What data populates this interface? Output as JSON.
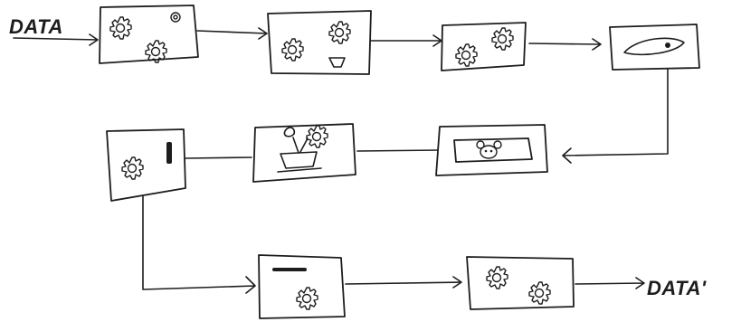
{
  "input_label": "DATA",
  "output_label": "DATA'",
  "stages": [
    {
      "name": "stage-1-gears",
      "icon": "gears-icon"
    },
    {
      "name": "stage-2-gears-cup",
      "icon": "gears-cup-icon"
    },
    {
      "name": "stage-3-gears",
      "icon": "gears-icon"
    },
    {
      "name": "stage-4-eye",
      "icon": "eye-icon"
    },
    {
      "name": "stage-5-mouse",
      "icon": "mouse-icon"
    },
    {
      "name": "stage-6-plant-pot",
      "icon": "plant-pot-icon"
    },
    {
      "name": "stage-7-gear-slider",
      "icon": "gear-slider-icon"
    },
    {
      "name": "stage-8-bar-gear",
      "icon": "bar-gear-icon"
    },
    {
      "name": "stage-9-gears",
      "icon": "gears-icon"
    }
  ],
  "colors": {
    "ink": "#1d1d1d",
    "background": "#ffffff"
  }
}
